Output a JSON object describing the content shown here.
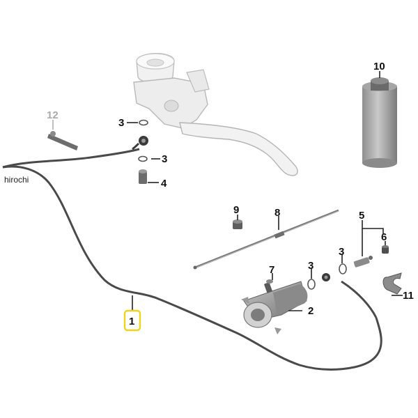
{
  "watermark": "hirochi",
  "highlight_color": "#f2d21b",
  "parts": {
    "p1": "1",
    "p2": "2",
    "p3a": "3",
    "p3b": "3",
    "p3c": "3",
    "p3d": "3",
    "p4": "4",
    "p5": "5",
    "p6": "6",
    "p7": "7",
    "p8": "8",
    "p9": "9",
    "p10": "10",
    "p11": "11",
    "p12": "12"
  }
}
